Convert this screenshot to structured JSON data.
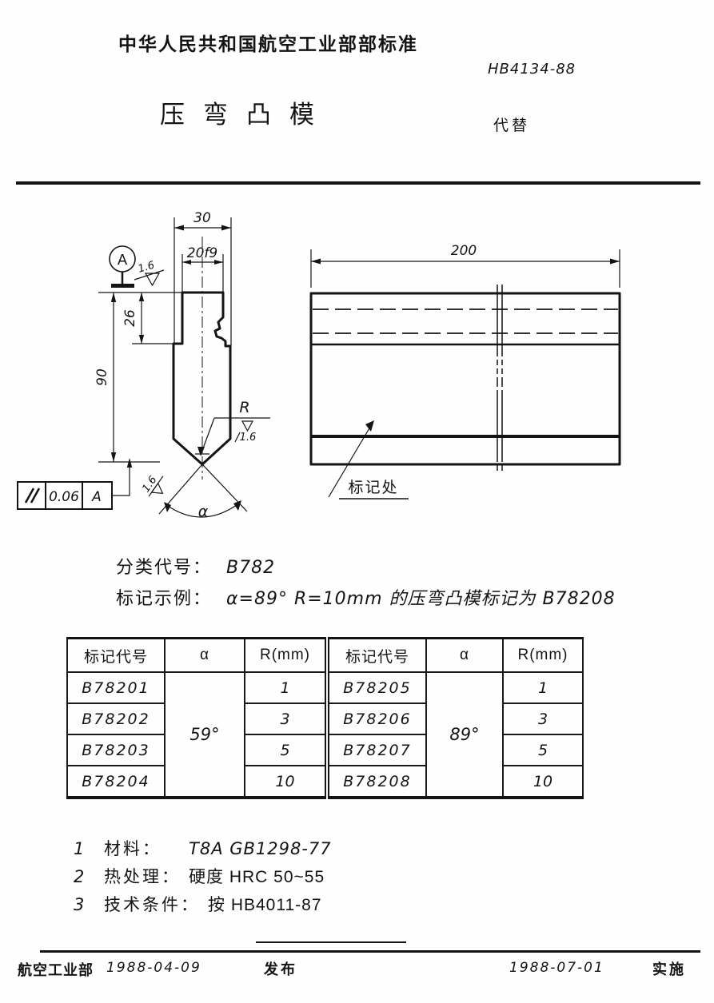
{
  "header": {
    "standard_org": "中华人民共和国航空工业部部标准",
    "standard_no": "HB4134-88",
    "title": "压弯凸模",
    "replaces": "代替"
  },
  "drawing": {
    "left_view": {
      "width": "30",
      "shank_width": "20f9",
      "shoulder_height": "26",
      "total_height": "90",
      "datum_label": "A",
      "roughness_top": "1.6",
      "roughness_tip": "1.6",
      "roughness_flank": "1.6",
      "radius_label": "R",
      "angle_label": "α",
      "tolerance_symbol": "∥",
      "tolerance_value": "0.06",
      "tolerance_datum": "A"
    },
    "right_view": {
      "length": "200",
      "mark_label": "标记处"
    }
  },
  "classification": {
    "label": "分类代号：",
    "value": "B782"
  },
  "example": {
    "label": "标记示例：",
    "value": "α=89° R=10mm 的压弯凸模标记为 B78208"
  },
  "table": {
    "headers": {
      "code": "标记代号",
      "alpha": "α",
      "r": "R(mm)"
    },
    "left": {
      "alpha": "59°",
      "rows": [
        {
          "code": "B78201",
          "r": "1"
        },
        {
          "code": "B78202",
          "r": "3"
        },
        {
          "code": "B78203",
          "r": "5"
        },
        {
          "code": "B78204",
          "r": "10"
        }
      ]
    },
    "right": {
      "alpha": "89°",
      "rows": [
        {
          "code": "B78205",
          "r": "1"
        },
        {
          "code": "B78206",
          "r": "3"
        },
        {
          "code": "B78207",
          "r": "5"
        },
        {
          "code": "B78208",
          "r": "10"
        }
      ]
    }
  },
  "notes": [
    {
      "num": "1",
      "label": "材料：",
      "value": "T8A GB1298-77"
    },
    {
      "num": "2",
      "label": "热处理：",
      "value": "硬度 HRC 50~55"
    },
    {
      "num": "3",
      "label": "技术条件：",
      "value": "按 HB4011-87"
    }
  ],
  "footer": {
    "issuer": "航空工业部",
    "issue_date": "1988-04-09",
    "issue_label": "发布",
    "impl_date": "1988-07-01",
    "impl_label": "实施"
  }
}
